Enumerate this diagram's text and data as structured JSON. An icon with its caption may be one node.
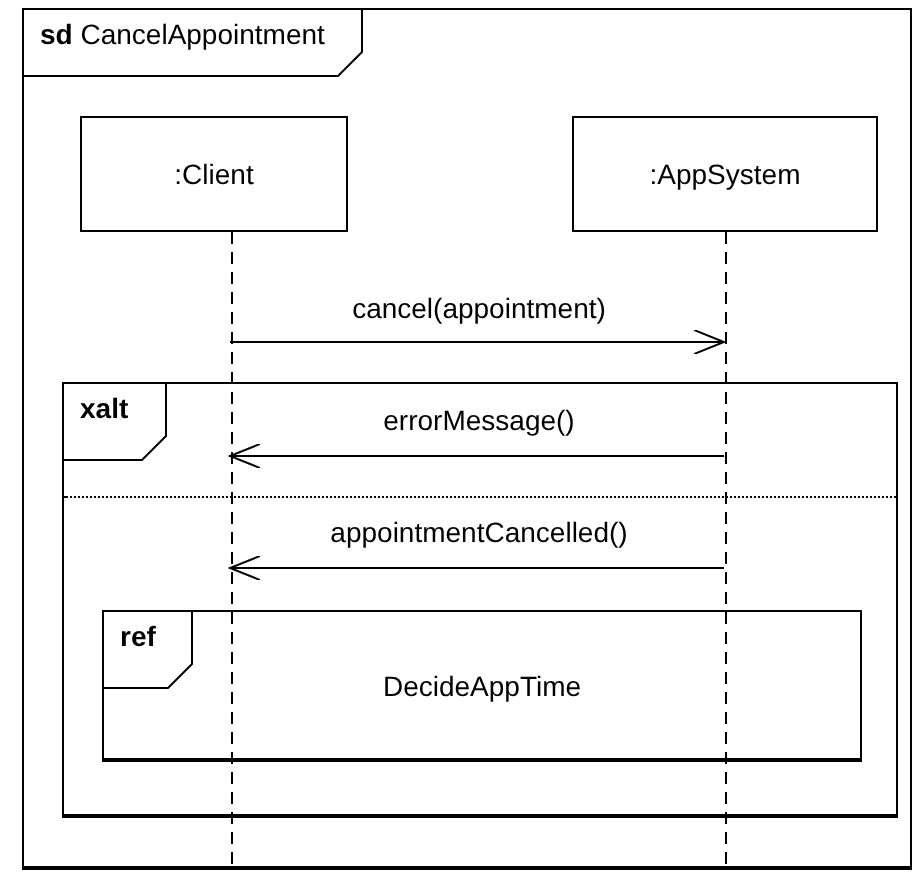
{
  "diagram": {
    "nodes": [
      {
        "text": [
          "**sd** CancelAppointment"
        ]
      },
      {
        "text": [
          ":Client"
        ],
        "in": 0
      },
      {
        "text": [
          ":AppSystem"
        ],
        "in": 0
      },
      {
        "text": [
          "xalt"
        ],
        "in": 0
      },
      {
        "text": [
          "ref",
          "DecideAppTime"
        ],
        "in": 3
      }
    ],
    "edges": [
      {
        "from": 1,
        "to": 2,
        "arrow": "to",
        "label": "cancel(appointment)"
      },
      {
        "from": 2,
        "to": 1,
        "arrow": "to",
        "label": "errorMessage()"
      },
      {
        "from": 2,
        "to": 1,
        "arrow": "to",
        "label": "appointmentCancelled()"
      }
    ]
  }
}
